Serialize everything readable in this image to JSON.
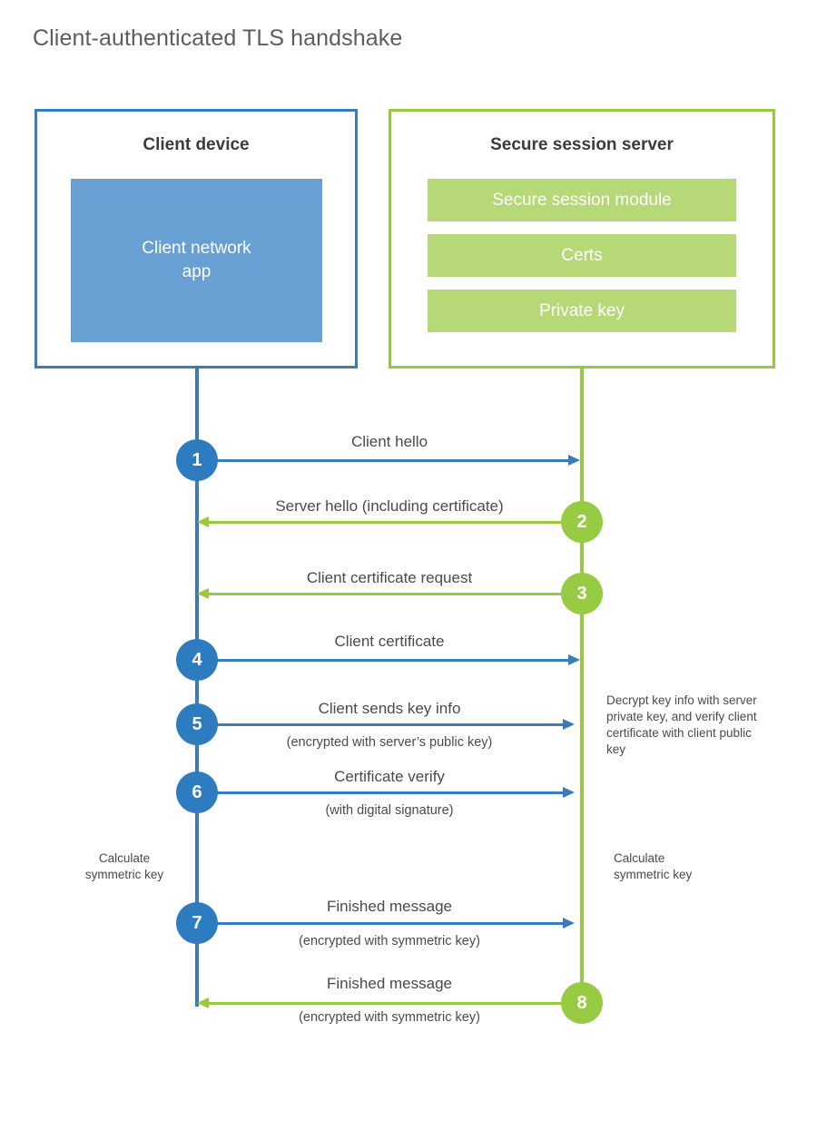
{
  "title": "Client-authenticated TLS handshake",
  "colors": {
    "client_accent": "#3b7cb8",
    "client_circle": "#2e7cc0",
    "client_app_fill": "#69a0d3",
    "server_accent": "#96c93d",
    "server_circle": "#97cb43",
    "server_bar_fill": "#b6d877",
    "text": "#4a4a4a",
    "title_text": "#5d5d5d",
    "heading_text": "#3b3b3b",
    "background": "#ffffff"
  },
  "client": {
    "title": "Client device",
    "app_label_line1": "Client network",
    "app_label_line2": "app"
  },
  "server": {
    "title": "Secure session server",
    "bars": [
      {
        "label": "Secure session module"
      },
      {
        "label": "Certs"
      },
      {
        "label": "Private key"
      }
    ]
  },
  "steps": [
    {
      "number": "1",
      "label": "Client hello",
      "sublabel": "",
      "direction": "client-to-server",
      "side": "client",
      "color": "blue"
    },
    {
      "number": "2",
      "label": "Server hello (including certificate)",
      "sublabel": "",
      "direction": "server-to-client",
      "side": "server",
      "color": "green"
    },
    {
      "number": "3",
      "label": "Client certificate request",
      "sublabel": "",
      "direction": "server-to-client",
      "side": "server",
      "color": "green"
    },
    {
      "number": "4",
      "label": "Client certificate",
      "sublabel": "",
      "direction": "client-to-server",
      "side": "client",
      "color": "blue"
    },
    {
      "number": "5",
      "label": "Client sends key info",
      "sublabel": "(encrypted with server’s public key)",
      "direction": "client-to-server",
      "side": "client",
      "color": "blue"
    },
    {
      "number": "6",
      "label": "Certificate verify",
      "sublabel": "(with digital signature)",
      "direction": "client-to-server",
      "side": "client",
      "color": "blue"
    },
    {
      "number": "7",
      "label": "Finished message",
      "sublabel": "(encrypted with symmetric key)",
      "direction": "client-to-server",
      "side": "client",
      "color": "blue"
    },
    {
      "number": "8",
      "label": "Finished message",
      "sublabel": "(encrypted with symmetric key)",
      "direction": "server-to-client",
      "side": "server",
      "color": "green"
    }
  ],
  "annotations": {
    "server_decrypt_note": "Decrypt key info with server private key, and verify client certificate with client public key",
    "client_calculate_note_line1": "Calculate",
    "client_calculate_note_line2": "symmetric key",
    "server_calculate_note_line1": "Calculate",
    "server_calculate_note_line2": "symmetric key"
  }
}
